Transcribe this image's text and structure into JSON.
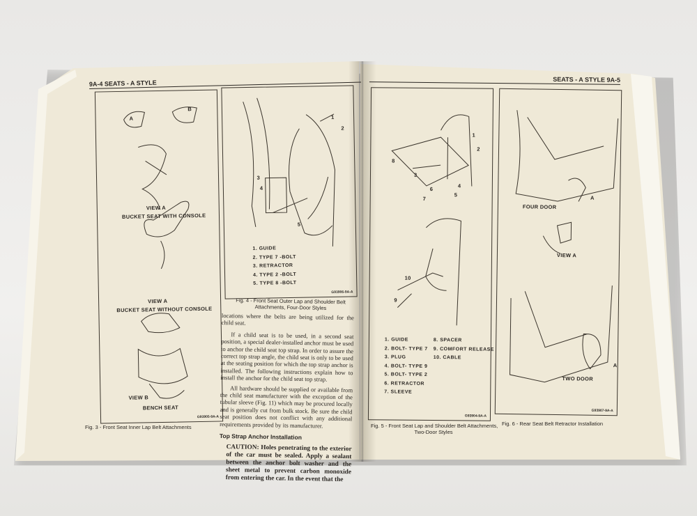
{
  "left_page": {
    "header": "9A-4  SEATS - A STYLE",
    "fig3": {
      "labels": [
        "A",
        "B",
        "VIEW A",
        "BUCKET SEAT WITH CONSOLE",
        "VIEW A",
        "BUCKET SEAT WITHOUT CONSOLE",
        "VIEW B",
        "BENCH SEAT"
      ],
      "code": "G93905-9A-A",
      "caption": "Fig. 3 - Front Seat Inner Lap Belt Attachments"
    },
    "fig4": {
      "callouts": [
        "1",
        "2",
        "3",
        "4",
        "5"
      ],
      "legend": [
        "1. GUIDE",
        "2. TYPE 7 -BOLT",
        "3. RETRACTOR",
        "4. TYPE 2 -BOLT",
        "5. TYPE 8 -BOLT"
      ],
      "code": "G93906-9A-A",
      "caption_line1": "Fig. 4 - Front Seat Outer Lap and Shoulder Belt",
      "caption_line2": "Attachments, Four-Door Styles"
    },
    "text": {
      "p1": "locations where the belts are being utilized for the child seat.",
      "p2": "If a child seat is to be used, in a second seat position, a special dealer-installed anchor must be used to anchor the child seat top strap. In order to assure the correct top strap angle, the child seat is only to be used at the seating position for which the top strap anchor is installed. The following instructions explain how to install the anchor for the child seat top strap.",
      "p3": "All hardware should be supplied or available from the child seat manufacturer with the exception of the tubular sleeve (Fig. 11) which may be procured locally and is generally cut from bulk stock. Be sure the child seat position does not conflict with any additional requirements provided by its manufacturer.",
      "subheading": "Top Strap Anchor Installation",
      "caution": "CAUTION: Holes penetrating to the exterior of the car must be sealed. Apply a sealant between the anchor bolt washer and the sheet metal to prevent carbon monoxide from entering the car. In the event that the"
    }
  },
  "right_page": {
    "header": "SEATS - A STYLE  9A-5",
    "fig5": {
      "callouts": [
        "1",
        "2",
        "3",
        "4",
        "5",
        "6",
        "7",
        "8",
        "9",
        "10"
      ],
      "legend_col1": [
        "1. GUIDE",
        "2. BOLT- TYPE 7",
        "3. PLUG",
        "4. BOLT- TYPE 9",
        "5. BOLT- TYPE 2",
        "6. RETRACTOR",
        "7. SLEEVE"
      ],
      "legend_col2": [
        "8. SPACER",
        "9. COMFORT RELEASE",
        "10. CABLE"
      ],
      "code": "G93904-9A-A",
      "caption_line1": "Fig. 5 - Front Seat Lap and Shoulder Belt Attachments,",
      "caption_line2": "Two-Door Styles"
    },
    "fig6": {
      "labels": [
        "FOUR DOOR",
        "A",
        "VIEW A",
        "TWO DOOR",
        "A"
      ],
      "code": "G93907-9A-A",
      "caption": "Fig. 6 - Rear Seat Belt Retractor Installation"
    }
  }
}
